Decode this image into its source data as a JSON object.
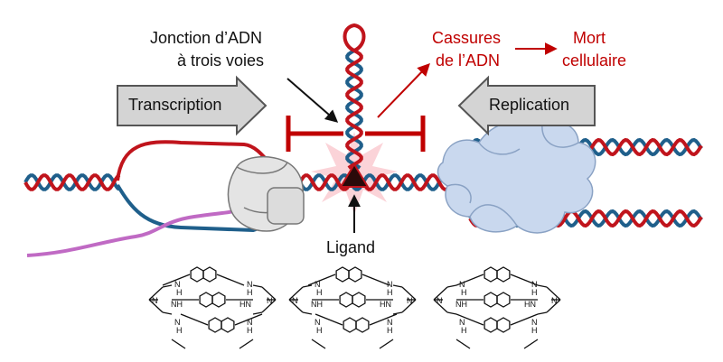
{
  "labels": {
    "junction_line1": "Jonction d’ADN",
    "junction_line2": "à trois voies",
    "breaks_line1": "Cassures",
    "breaks_line2": "de l’ADN",
    "death_line1": "Mort",
    "death_line2": "cellulaire",
    "transcription": "Transcription",
    "replication": "Replication",
    "ligand": "Ligand",
    "amine": "N",
    "amine_h": "H",
    "amine_nh": "NH",
    "amine_hn": "HN"
  },
  "colors": {
    "strand_red": "#c0141c",
    "strand_blue": "#1f5f8b",
    "accent_red": "#c00000",
    "rna_purple": "#c06ac4",
    "arrow_fill": "#d4d4d4",
    "burst_pink": "#fbd3d8",
    "polymerase_gray": "#e4e4e4",
    "replisome_blue": "#c9d8ee"
  },
  "icons": [
    "inhibition-bar-icon",
    "triangle-ligand-icon",
    "starburst-icon",
    "macrocycle-structure-icon"
  ]
}
